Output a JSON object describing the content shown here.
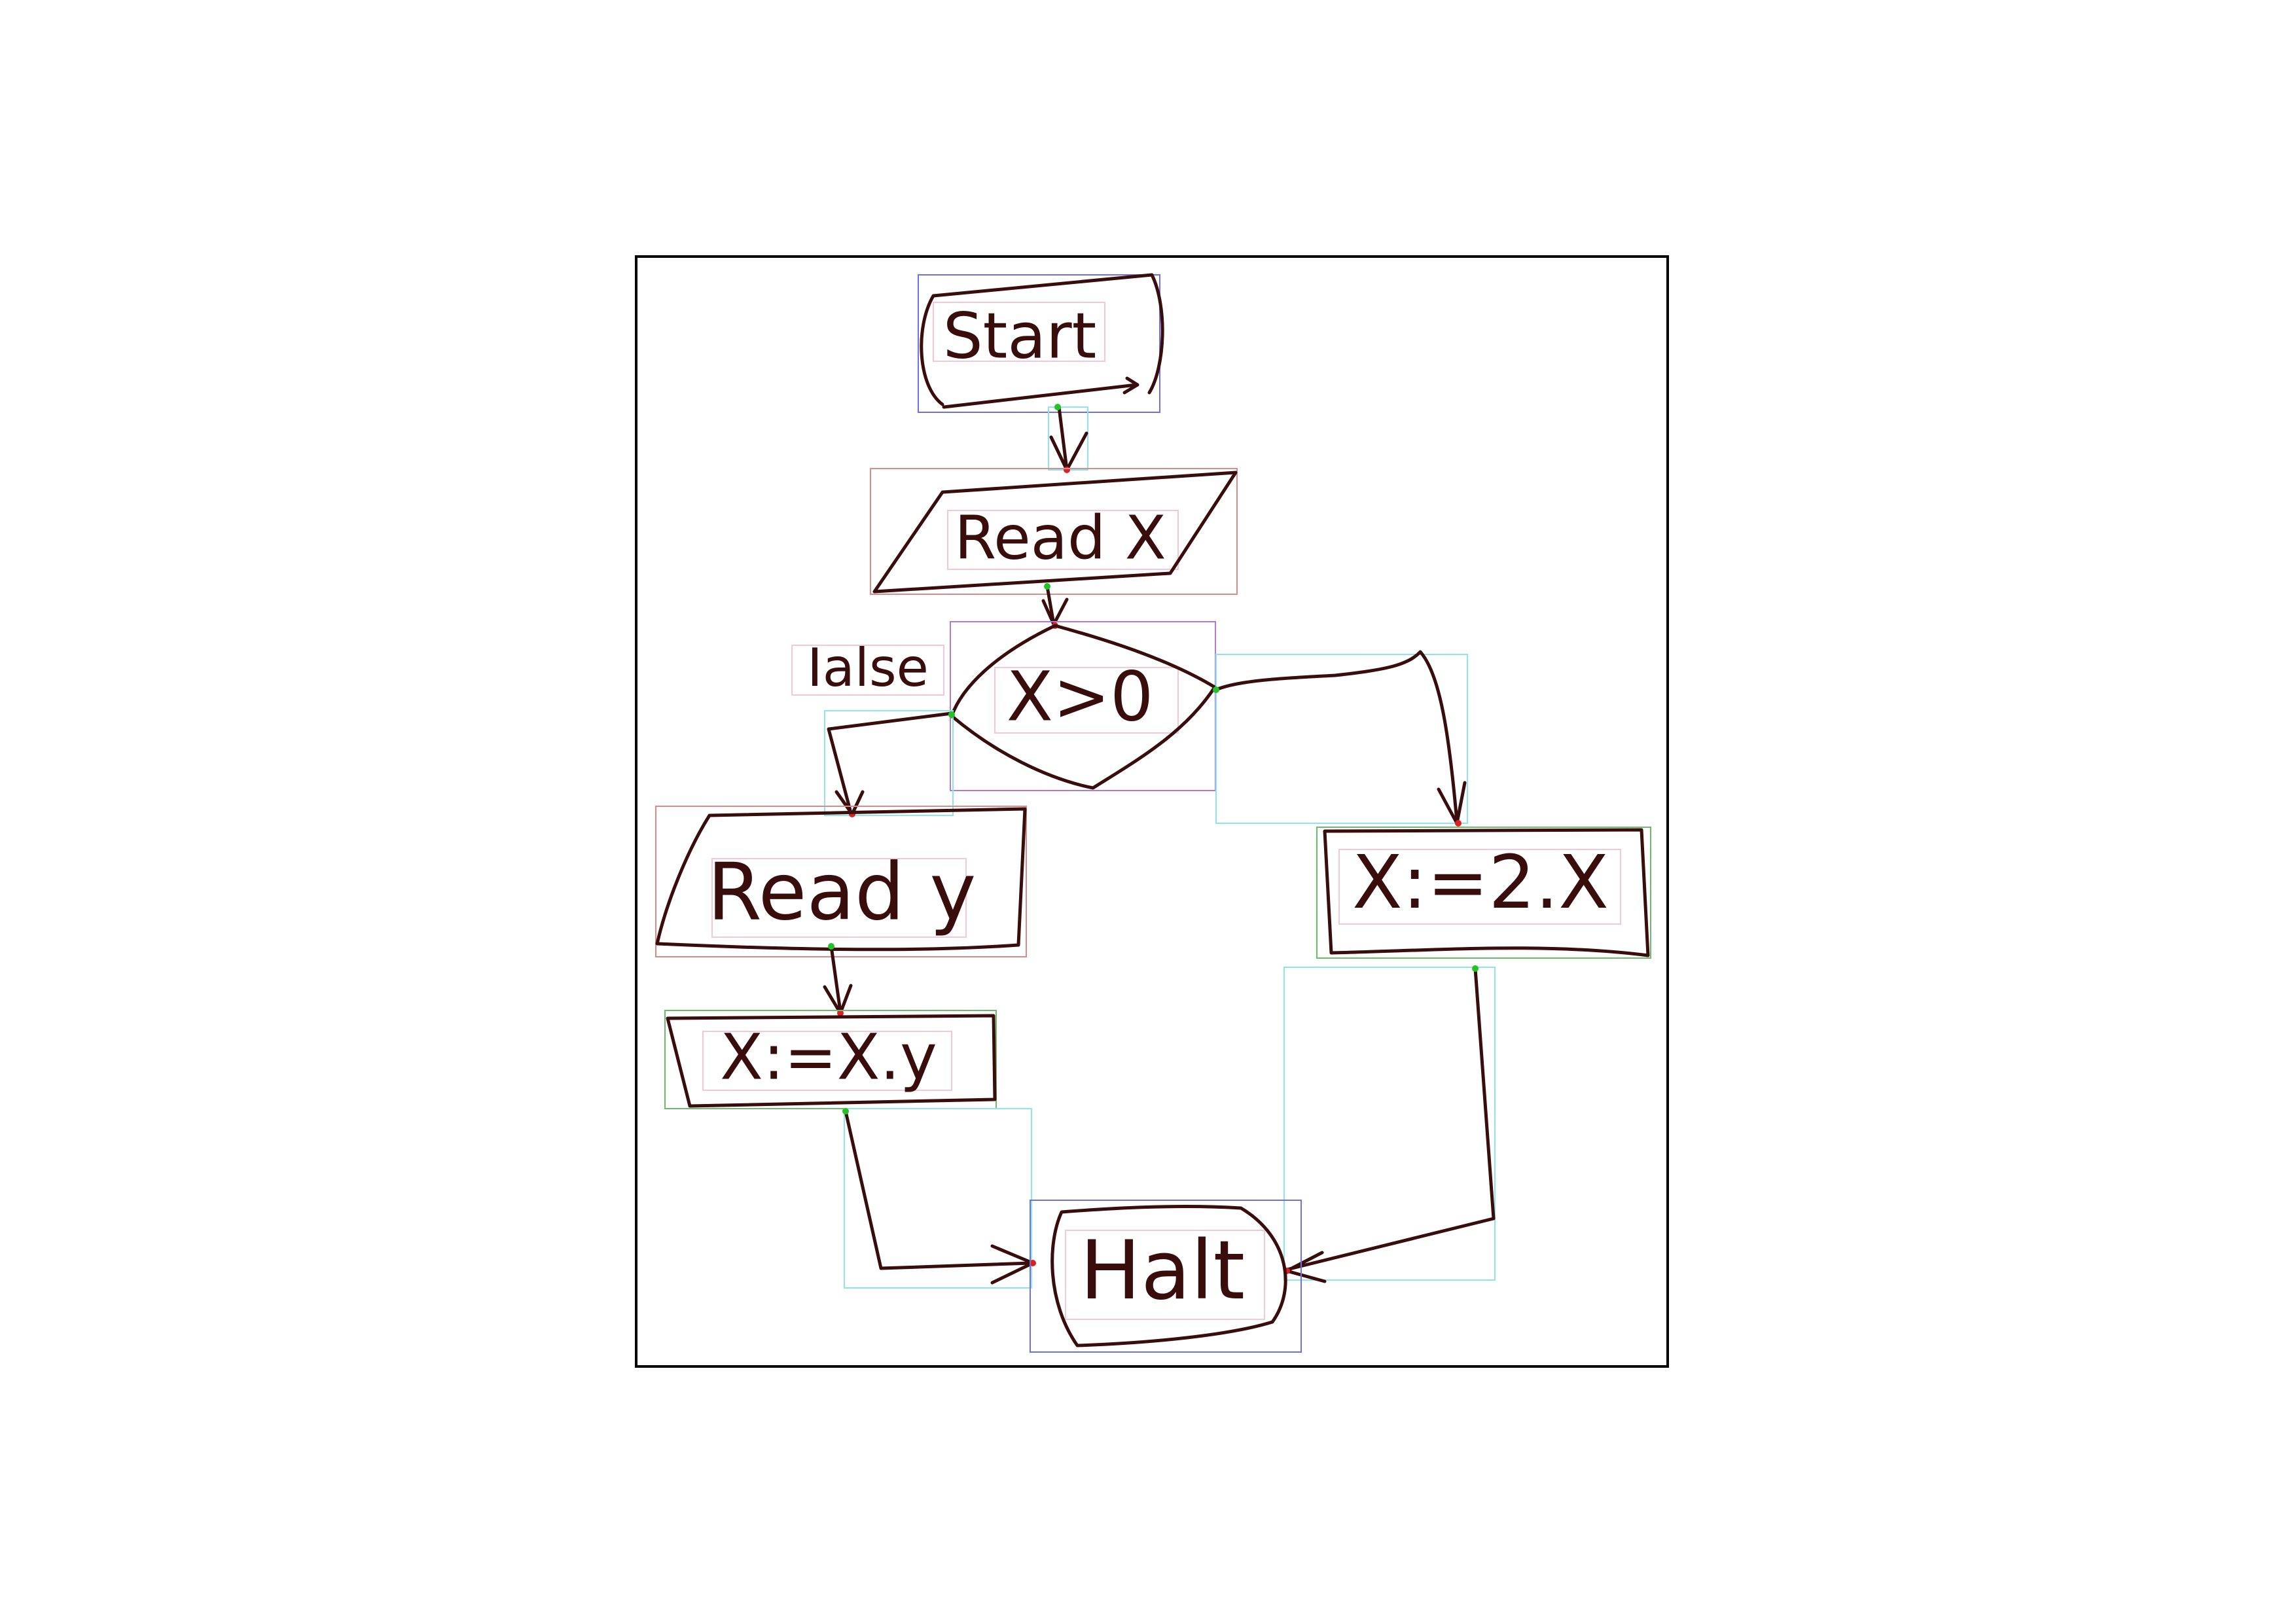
{
  "diagram": {
    "colors": {
      "ink": "#3a0d0d",
      "frame": "#000000",
      "terminal_box": "#6f6fe6",
      "io_box": "#d98a8a",
      "process_box": "#6cba6c",
      "decision_box": "#b07ad8",
      "arrow_box": "#8fe6ea",
      "text_box": "#f2c9d4",
      "arrow_start_marker": "#22c322",
      "arrow_end_marker": "#e02020"
    },
    "nodes": {
      "start": {
        "shape": "terminal",
        "label": "Start"
      },
      "read_x": {
        "shape": "data",
        "label": "Read X"
      },
      "decision": {
        "shape": "decision",
        "label": "X>0"
      },
      "read_y": {
        "shape": "data",
        "label": "Read y"
      },
      "assign_xy": {
        "shape": "process",
        "label": "X:=X.y"
      },
      "assign_2x": {
        "shape": "process",
        "label": "X:=2.X"
      },
      "halt": {
        "shape": "terminal",
        "label": "Halt"
      }
    },
    "edges": [
      {
        "from": "start",
        "to": "read_x",
        "label": ""
      },
      {
        "from": "read_x",
        "to": "decision",
        "label": ""
      },
      {
        "from": "decision",
        "to": "read_y",
        "label": "Ialse"
      },
      {
        "from": "decision",
        "to": "assign_2x",
        "label": ""
      },
      {
        "from": "read_y",
        "to": "assign_xy",
        "label": ""
      },
      {
        "from": "assign_xy",
        "to": "halt",
        "label": ""
      },
      {
        "from": "assign_2x",
        "to": "halt",
        "label": ""
      }
    ]
  }
}
